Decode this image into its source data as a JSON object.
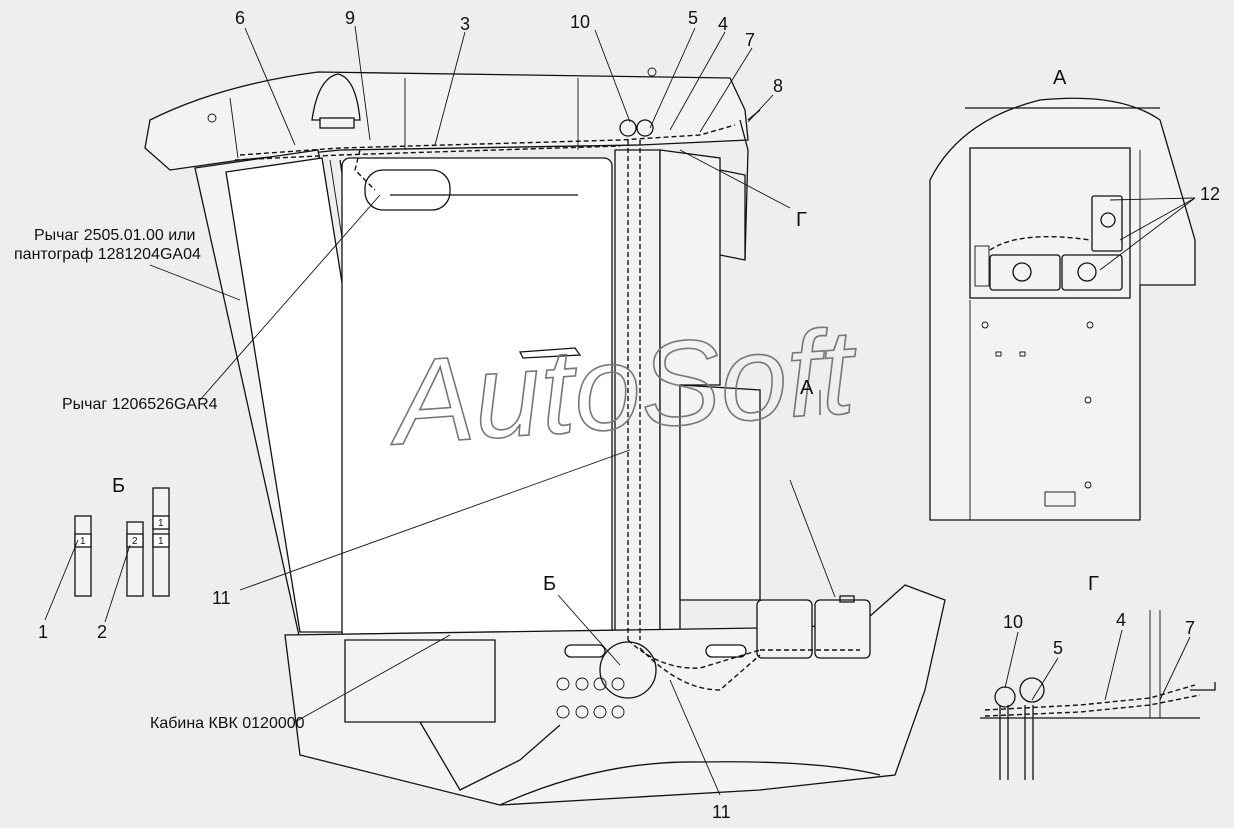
{
  "callouts": {
    "c1": "1",
    "c2": "2",
    "c3": "3",
    "c4": "4",
    "c5": "5",
    "c6": "6",
    "c7": "7",
    "c8": "8",
    "c9": "9",
    "c10": "10",
    "c11a": "11",
    "c11b": "11",
    "c12": "12"
  },
  "view_marks": {
    "a_title": "А",
    "a_arrow": "А",
    "b_title": "Б",
    "b_mark": "Б",
    "g_title": "Г",
    "g_mark": "Г"
  },
  "view_g_callouts": {
    "g10": "10",
    "g5": "5",
    "g4": "4",
    "g7": "7"
  },
  "detail_b_tags": {
    "t1": "1",
    "t2": "2",
    "t3a": "1",
    "t3b": "1"
  },
  "notes": {
    "lever_line1": "Рычаг 2505.01.00 или",
    "lever_line2": "пантограф 1281204GA04",
    "lever2": "Рычаг 1206526GAR4",
    "cabin": "Кабина КВК 0120000"
  },
  "watermark": "AutoSoft"
}
